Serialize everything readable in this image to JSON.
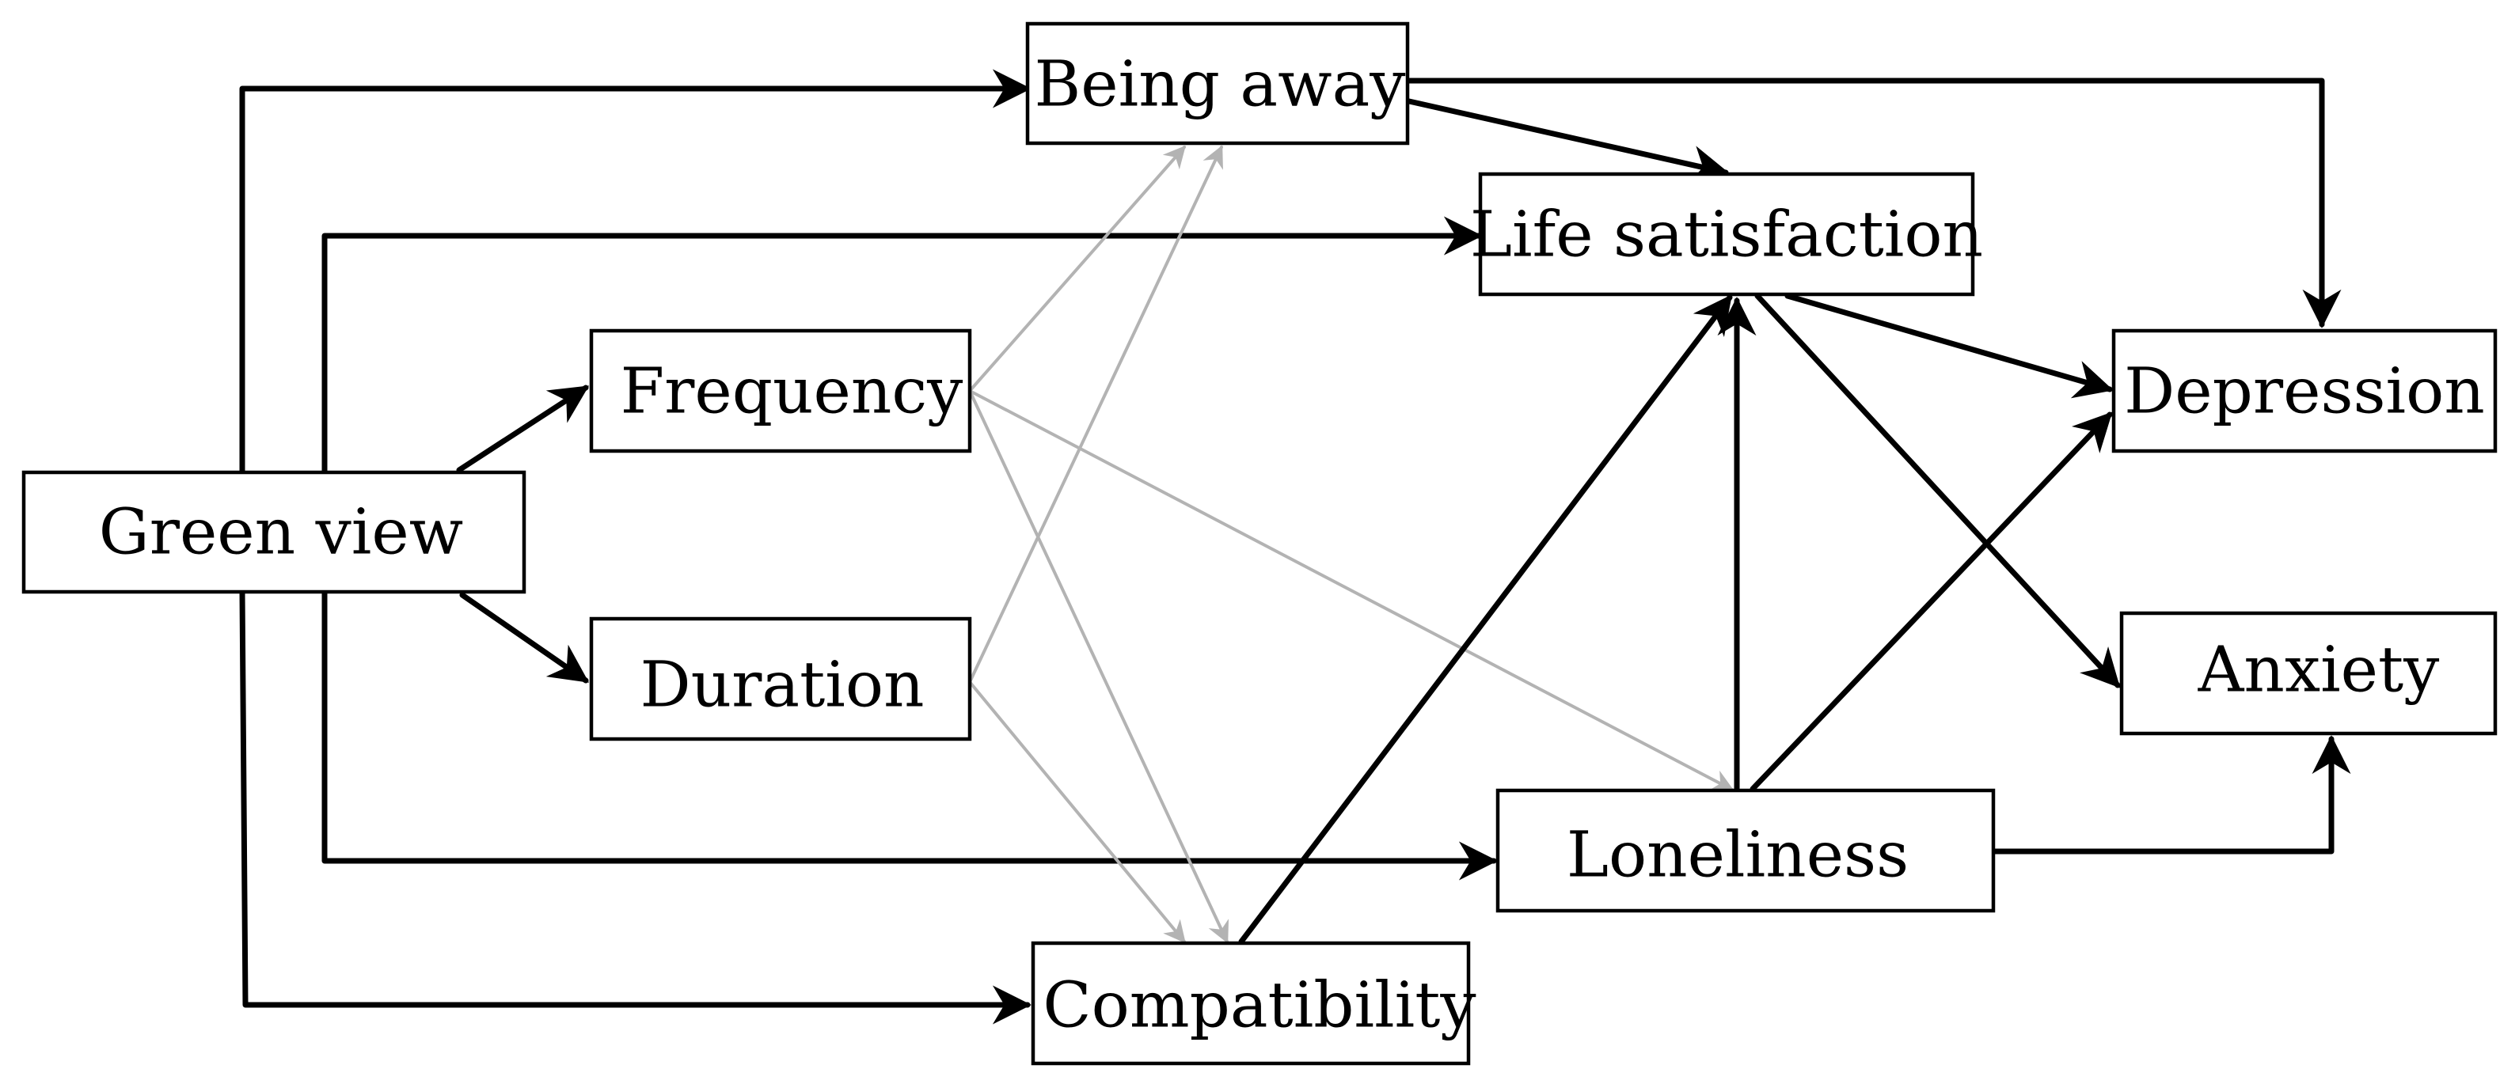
{
  "nodes": {
    "green_view": "Green view",
    "being_away": "Being away",
    "life_satisfaction": "Life satisfaction",
    "frequency": "Frequency",
    "duration": "Duration",
    "depression": "Depression",
    "anxiety": "Anxiety",
    "loneliness": "Loneliness",
    "compatibility": "Compatibility"
  },
  "edges": [
    {
      "from": "green_view",
      "to": "being_away",
      "style": "strong"
    },
    {
      "from": "green_view",
      "to": "life_satisfaction",
      "style": "strong"
    },
    {
      "from": "green_view",
      "to": "frequency",
      "style": "strong"
    },
    {
      "from": "green_view",
      "to": "duration",
      "style": "strong"
    },
    {
      "from": "green_view",
      "to": "loneliness",
      "style": "strong"
    },
    {
      "from": "green_view",
      "to": "compatibility",
      "style": "strong"
    },
    {
      "from": "frequency",
      "to": "being_away",
      "style": "weak"
    },
    {
      "from": "frequency",
      "to": "compatibility",
      "style": "weak"
    },
    {
      "from": "frequency",
      "to": "loneliness",
      "style": "weak"
    },
    {
      "from": "duration",
      "to": "being_away",
      "style": "weak"
    },
    {
      "from": "duration",
      "to": "compatibility",
      "style": "weak"
    },
    {
      "from": "being_away",
      "to": "life_satisfaction",
      "style": "strong"
    },
    {
      "from": "being_away",
      "to": "depression",
      "style": "strong"
    },
    {
      "from": "life_satisfaction",
      "to": "depression",
      "style": "strong"
    },
    {
      "from": "life_satisfaction",
      "to": "anxiety",
      "style": "strong"
    },
    {
      "from": "loneliness",
      "to": "life_satisfaction",
      "style": "strong"
    },
    {
      "from": "loneliness",
      "to": "depression",
      "style": "strong"
    },
    {
      "from": "loneliness",
      "to": "anxiety",
      "style": "strong"
    },
    {
      "from": "compatibility",
      "to": "life_satisfaction",
      "style": "strong"
    }
  ],
  "colors": {
    "strong_arrow": "#000000",
    "weak_arrow": "#b3b3b3",
    "box_border": "#000000",
    "background": "#ffffff"
  }
}
